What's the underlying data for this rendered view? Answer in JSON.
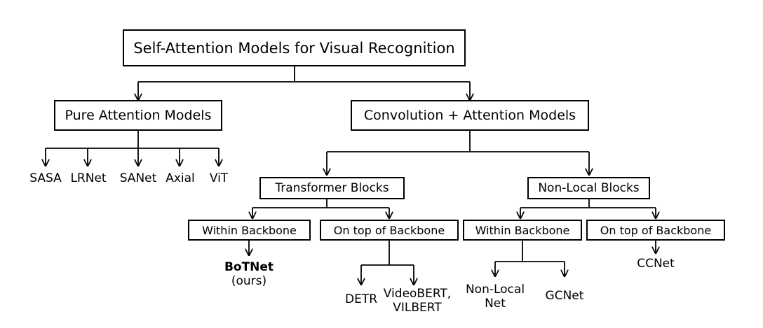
{
  "title": "Self-Attention Models for Visual Recognition",
  "categories": {
    "pure": "Pure Attention Models",
    "conv": "Convolution + Attention Models"
  },
  "pure_models": [
    "SASA",
    "LRNet",
    "SANet",
    "Axial",
    "ViT"
  ],
  "blocks": {
    "transformer": "Transformer Blocks",
    "nonlocal": "Non-Local Blocks"
  },
  "placements": {
    "t_within": "Within Backbone",
    "t_ontop": "On top of Backbone",
    "n_within": "Within Backbone",
    "n_ontop": "On top of Backbone"
  },
  "leaves": {
    "botnet": "BoTNet",
    "botnet_note": "(ours)",
    "detr": "DETR",
    "videobert_1": "VideoBERT,",
    "videobert_2": "VILBERT",
    "nonlocal_1": "Non-Local",
    "nonlocal_2": "Net",
    "gcnet": "GCNet",
    "ccnet": "CCNet"
  }
}
